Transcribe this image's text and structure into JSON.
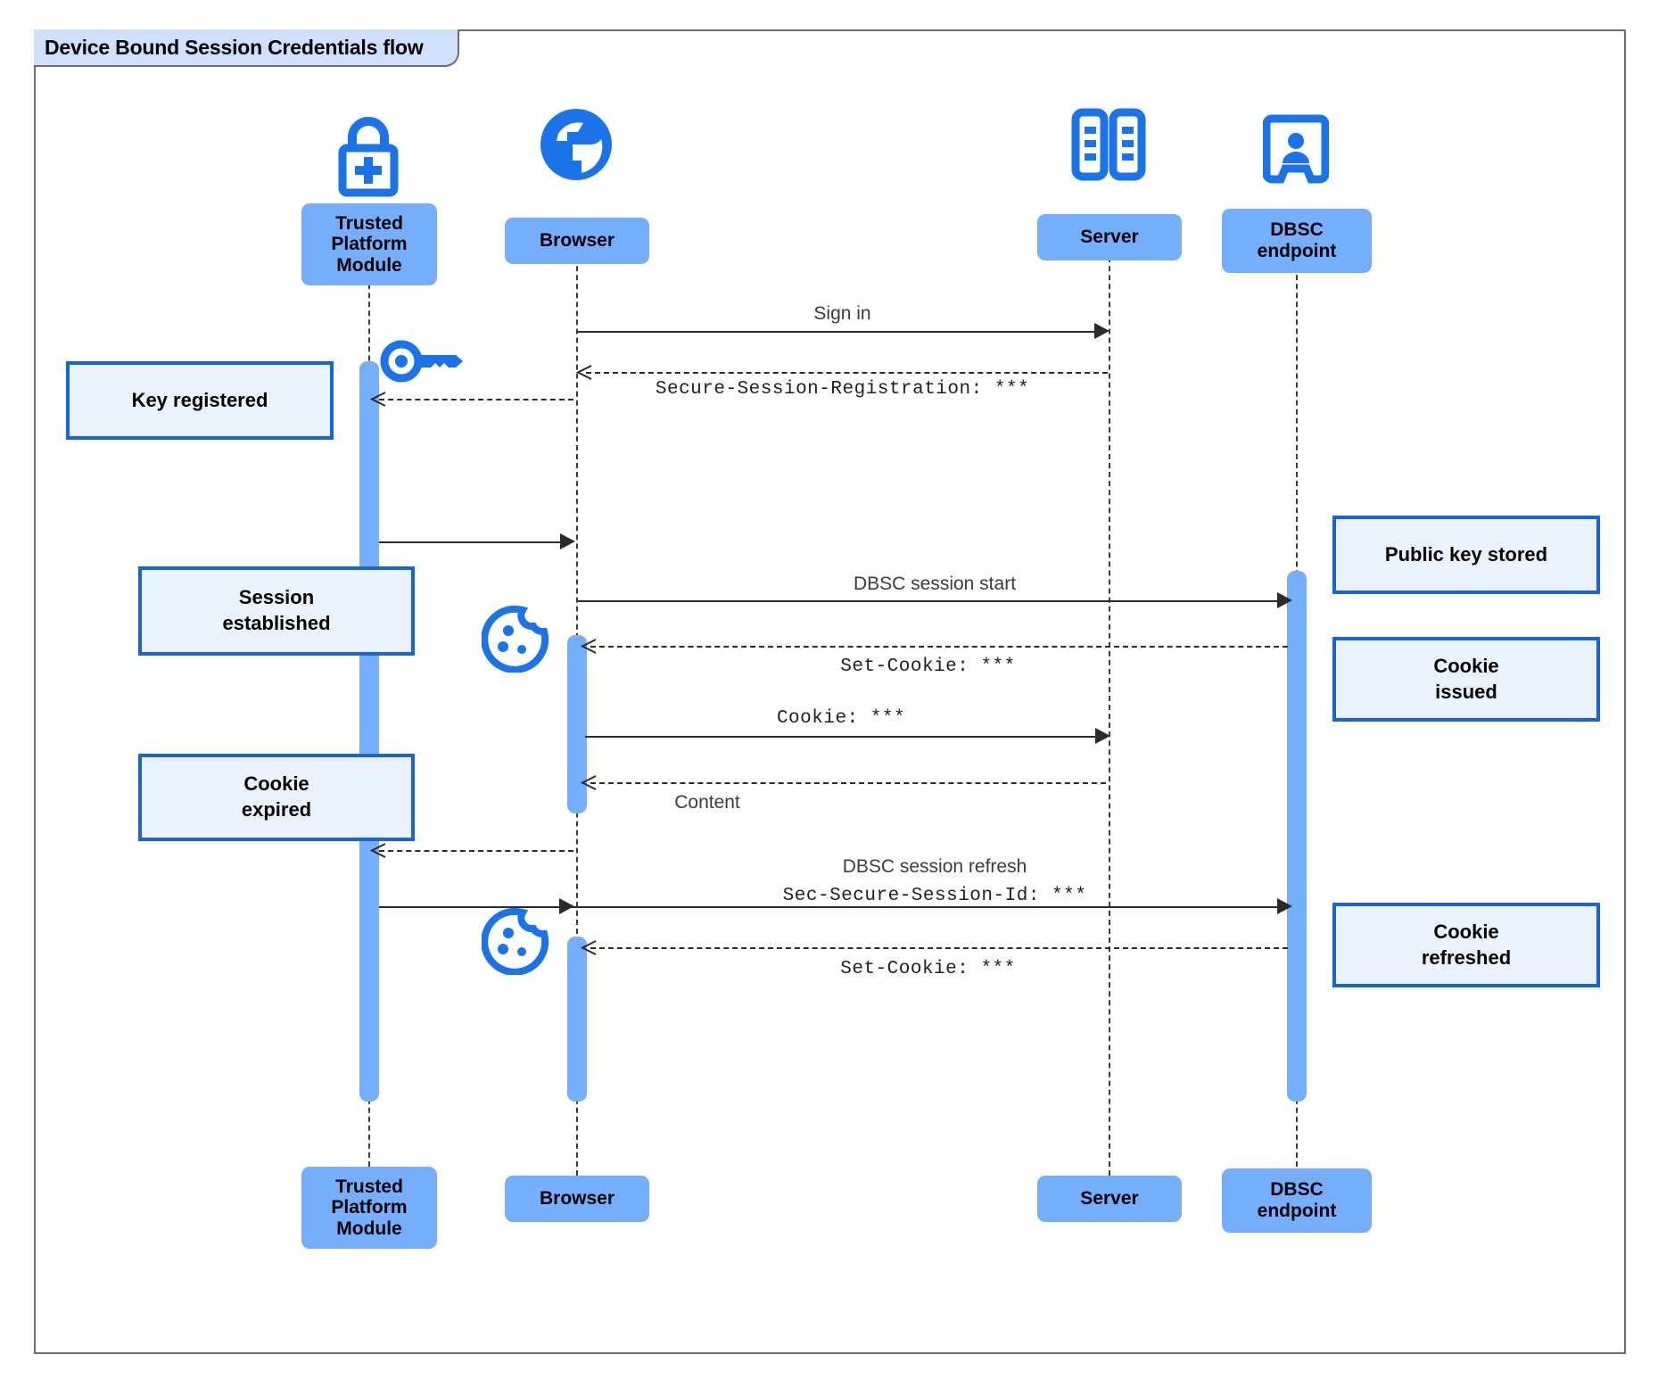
{
  "diagram": {
    "type": "uml-sequence-diagram",
    "title": "Device Bound Session Credentials flow",
    "frame_label": "Device Bound Session Credentials flow"
  },
  "colors": {
    "participant_fill": "#74aefc",
    "note_fill": "#eaf2fe",
    "note_border": "#1765d8",
    "icon_blue": "#1a73e8",
    "frame_border": "#6e6e6e",
    "frame_tab_fill": "#cfe0fa",
    "lifeline": "#3c3c3c",
    "activation_fill": "#74aefc"
  },
  "participants": [
    {
      "id": "tpm",
      "label": "Trusted Platform Module",
      "icon": "padlock-plus-icon"
    },
    {
      "id": "browser",
      "label": "Browser",
      "icon": "globe-icon"
    },
    {
      "id": "server",
      "label": "Server",
      "icon": "server-rack-icon"
    },
    {
      "id": "dbsc",
      "label": "DBSC endpoint",
      "icon": "id-badge-icon"
    }
  ],
  "messages": [
    {
      "id": "m1",
      "from": "browser",
      "to": "server",
      "style": "solid",
      "direction": "right",
      "label": "Sign in",
      "font": "proportional"
    },
    {
      "id": "m2",
      "from": "server",
      "to": "browser",
      "style": "dashed",
      "direction": "left",
      "label": "Secure-Session-Registration: ***",
      "font": "monospace"
    },
    {
      "id": "m3",
      "from": "browser",
      "to": "tpm",
      "style": "dashed",
      "direction": "left",
      "label": "",
      "font": "proportional"
    },
    {
      "id": "m4",
      "from": "tpm",
      "to": "browser",
      "style": "solid",
      "direction": "right",
      "label": "",
      "font": "proportional"
    },
    {
      "id": "m5",
      "from": "browser",
      "to": "dbsc",
      "style": "solid",
      "direction": "right",
      "label": "DBSC session start",
      "font": "proportional"
    },
    {
      "id": "m6",
      "from": "dbsc",
      "to": "browser",
      "style": "dashed",
      "direction": "left",
      "label": "Set-Cookie: ***",
      "font": "monospace"
    },
    {
      "id": "m7",
      "from": "browser",
      "to": "server",
      "style": "solid",
      "direction": "right",
      "label": "Cookie: ***",
      "font": "monospace"
    },
    {
      "id": "m8",
      "from": "server",
      "to": "browser",
      "style": "dashed",
      "direction": "left",
      "label": "Content",
      "font": "proportional"
    },
    {
      "id": "m9",
      "from": "browser",
      "to": "tpm",
      "style": "dashed",
      "direction": "left",
      "label": "",
      "font": "proportional"
    },
    {
      "id": "m10",
      "from": "tpm",
      "to": "dbsc",
      "style": "solid",
      "direction": "right",
      "label": "DBSC session refresh",
      "label2": "Sec-Secure-Session-Id: ***",
      "font": "mixed"
    },
    {
      "id": "m11",
      "from": "dbsc",
      "to": "browser",
      "style": "dashed",
      "direction": "left",
      "label": "Set-Cookie: ***",
      "font": "monospace"
    }
  ],
  "notes": [
    {
      "id": "n1",
      "side": "left",
      "text": "Key registered",
      "lines": [
        "Key registered"
      ]
    },
    {
      "id": "n2",
      "side": "left",
      "text": "Session established",
      "lines": [
        "Session",
        "established"
      ]
    },
    {
      "id": "n3",
      "side": "left",
      "text": "Cookie expired",
      "lines": [
        "Cookie",
        "expired"
      ]
    },
    {
      "id": "n4",
      "side": "right",
      "text": "Public key stored",
      "lines": [
        "Public key stored"
      ]
    },
    {
      "id": "n5",
      "side": "right",
      "text": "Cookie issued",
      "lines": [
        "Cookie",
        "issued"
      ]
    },
    {
      "id": "n6",
      "side": "right",
      "text": "Cookie refreshed",
      "lines": [
        "Cookie",
        "refreshed"
      ]
    }
  ],
  "inline_icons": [
    {
      "id": "key1",
      "icon": "key-icon",
      "near": "tpm"
    },
    {
      "id": "cookie1",
      "icon": "cookie-icon",
      "near": "browser"
    },
    {
      "id": "cookie2",
      "icon": "cookie-icon",
      "near": "browser"
    }
  ]
}
